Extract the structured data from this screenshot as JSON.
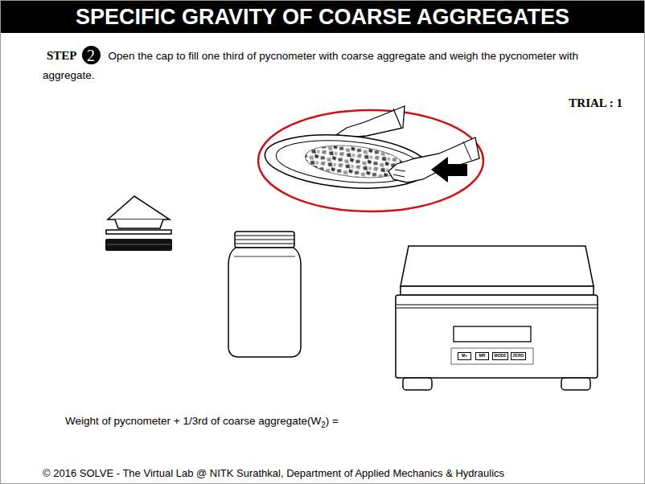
{
  "diagram": {
    "title": "SPECIFIC GRAVITY OF COARSE AGGREGATES",
    "nodes": [
      {
        "text": [
          "2"
        ]
      },
      {
        "text": [
          "M+"
        ]
      },
      {
        "text": [
          "MR"
        ]
      },
      {
        "text": [
          "MODE"
        ]
      },
      {
        "text": [
          "ZERO"
        ]
      }
    ],
    "labels": [
      "STEP",
      "Open the cap to fill one third of pycnometer with coarse aggregate and weigh the pycnometer with aggregate.",
      "TRIAL : 1",
      "Weight of pycnometer + 1/3rd of coarse aggregate(W",
      "2",
      ") =",
      "© 2016 SOLVE - The Virtual Lab @ NITK Surathkal, Department of Applied Mechanics & Hydraulics"
    ]
  }
}
